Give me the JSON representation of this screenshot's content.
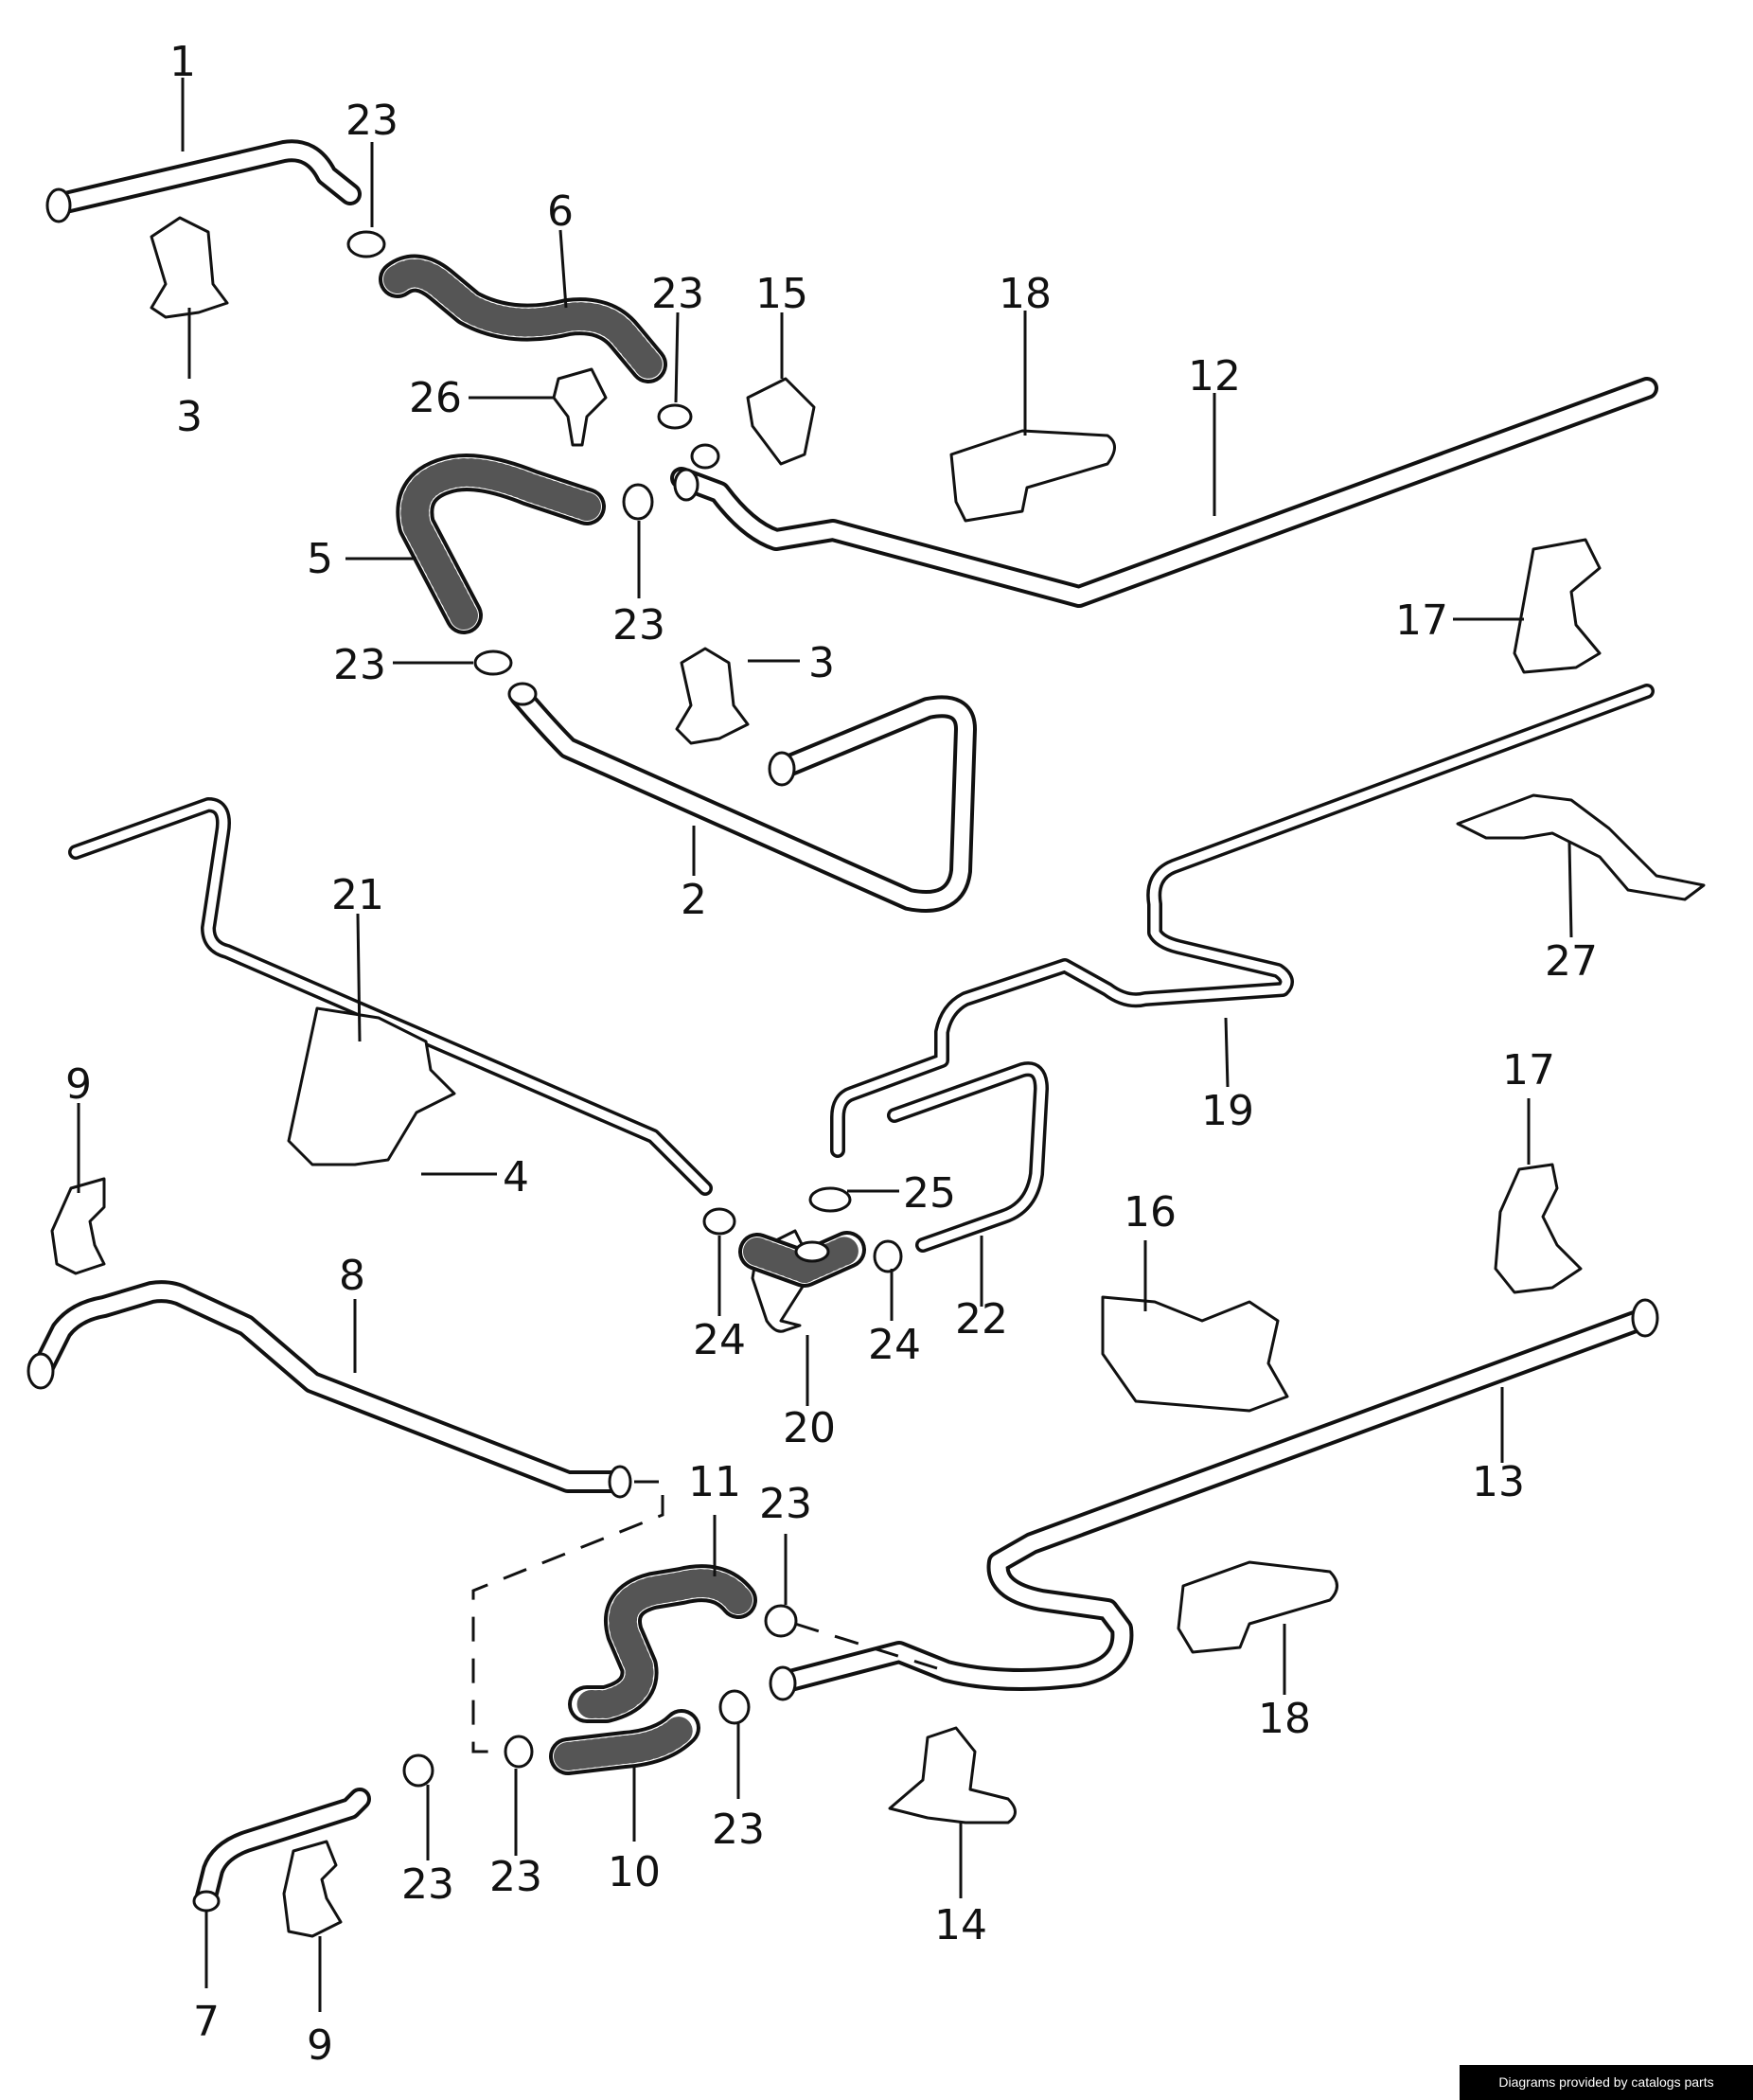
{
  "credit": "Diagrams provided by catalogs parts",
  "callouts": [
    {
      "id": "c1",
      "text": "1"
    },
    {
      "id": "c23a",
      "text": "23"
    },
    {
      "id": "c6",
      "text": "6"
    },
    {
      "id": "c3a",
      "text": "3"
    },
    {
      "id": "c23b",
      "text": "23"
    },
    {
      "id": "c15",
      "text": "15"
    },
    {
      "id": "c18a",
      "text": "18"
    },
    {
      "id": "c12",
      "text": "12"
    },
    {
      "id": "c26",
      "text": "26"
    },
    {
      "id": "c5",
      "text": "5"
    },
    {
      "id": "c23c",
      "text": "23"
    },
    {
      "id": "c23d",
      "text": "23"
    },
    {
      "id": "c3b",
      "text": "3"
    },
    {
      "id": "c17a",
      "text": "17"
    },
    {
      "id": "c2",
      "text": "2"
    },
    {
      "id": "c21",
      "text": "21"
    },
    {
      "id": "c27",
      "text": "27"
    },
    {
      "id": "c9a",
      "text": "9"
    },
    {
      "id": "c4",
      "text": "4"
    },
    {
      "id": "c19",
      "text": "19"
    },
    {
      "id": "c17b",
      "text": "17"
    },
    {
      "id": "c25",
      "text": "25"
    },
    {
      "id": "c16",
      "text": "16"
    },
    {
      "id": "c24a",
      "text": "24"
    },
    {
      "id": "c24b",
      "text": "24"
    },
    {
      "id": "c22",
      "text": "22"
    },
    {
      "id": "c20",
      "text": "20"
    },
    {
      "id": "c8",
      "text": "8"
    },
    {
      "id": "c13",
      "text": "13"
    },
    {
      "id": "c11",
      "text": "11"
    },
    {
      "id": "c23e",
      "text": "23"
    },
    {
      "id": "c18b",
      "text": "18"
    },
    {
      "id": "c23f",
      "text": "23"
    },
    {
      "id": "c23g",
      "text": "23"
    },
    {
      "id": "c10",
      "text": "10"
    },
    {
      "id": "c23h",
      "text": "23"
    },
    {
      "id": "c14",
      "text": "14"
    },
    {
      "id": "c7",
      "text": "7"
    },
    {
      "id": "c9b",
      "text": "9"
    }
  ]
}
